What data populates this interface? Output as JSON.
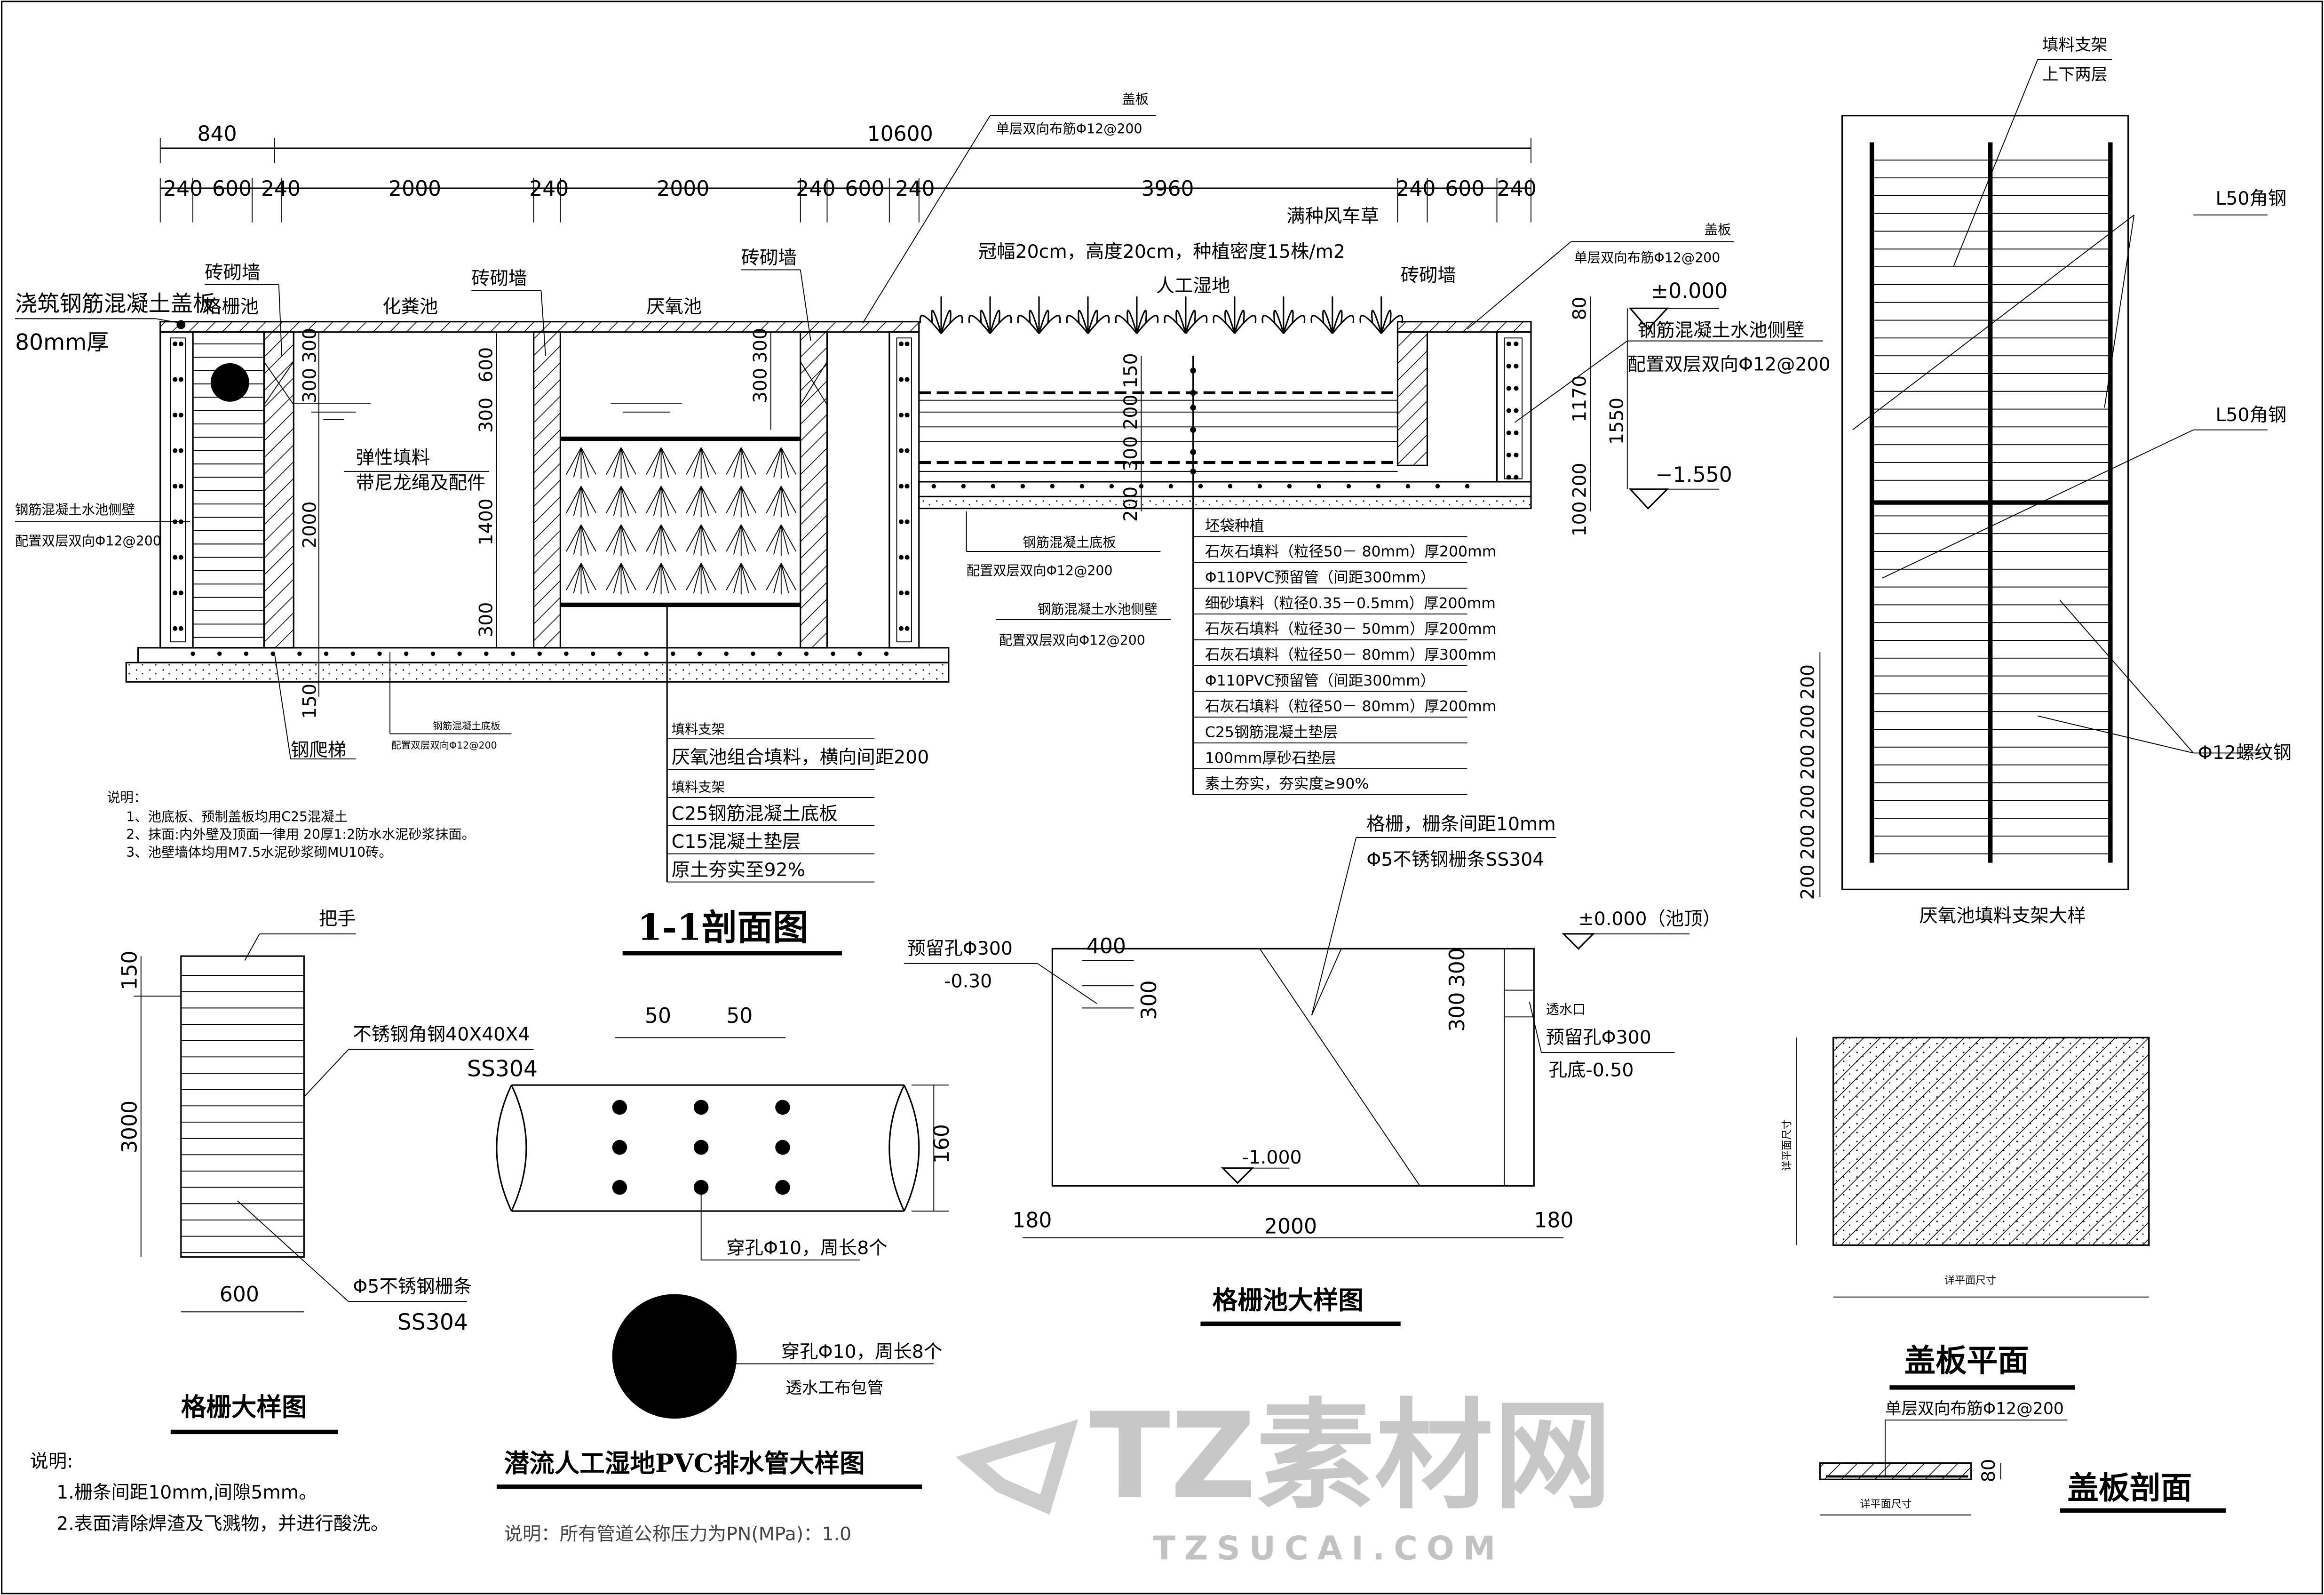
{
  "section": {
    "title": "1-1剖面图",
    "dims_top": [
      "840",
      "10600"
    ],
    "dims_sub": [
      "240",
      "600",
      "240",
      "2000",
      "240",
      "2000",
      "240",
      "600",
      "240",
      "3960",
      "240",
      "600",
      "240"
    ],
    "labels": [
      "浇筑钢筋混凝土盖板",
      "80mm厚",
      "砖砌墙",
      "格栅池",
      "化粪池",
      "砖砌墙",
      "厌氧池",
      "砖砌墙",
      "盖板",
      "单层双向布筋Φ12@200",
      "满种风车草",
      "冠幅20cm，高度20cm，种植密度15株/m2",
      "人工湿地",
      "砖砌墙",
      "盖板",
      "单层双向布筋Φ12@200",
      "±0.000",
      "钢筋混凝土水池侧壁",
      "配置双层双向Φ12@200",
      "−1.550",
      "弹性填料",
      "带尼龙绳及配件",
      "钢筋混凝土水池侧壁",
      "配置双层双向Φ12@200",
      "钢筋混凝土底板",
      "配置双层双向Φ12@200",
      "钢筋混凝土水池侧壁",
      "配置双层双向Φ12@200",
      "钢筋混凝土底板",
      "配置双层双向Φ12@200",
      "钢爬梯"
    ],
    "vdims": {
      "grid_wall": [
        "300",
        "300",
        "2000",
        "150"
      ],
      "septic": [
        "600",
        "300",
        "1400",
        "300"
      ],
      "anaerobic": [
        "300",
        "300"
      ],
      "wetland": [
        "150",
        "200",
        "300",
        "200"
      ],
      "right": [
        "80",
        "1170",
        "1550",
        "200",
        "100"
      ]
    },
    "anaerobic_table": [
      "填料支架",
      "厌氧池组合填料，横向间距200",
      "填料支架",
      "C25钢筋混凝土底板",
      "C15混凝土垫层",
      "原土夯实至92%"
    ],
    "wetland_layers": [
      "坯袋种植",
      "石灰石填料（粒径50－ 80mm）厚200mm",
      "Φ110PVC预留管（间距300mm）",
      "细砂填料（粒径0.35－0.5mm）厚200mm",
      "石灰石填料（粒径30－ 50mm）厚200mm",
      "石灰石填料（粒径50－ 80mm）厚300mm",
      "Φ110PVC预留管（间距300mm）",
      "石灰石填料（粒径50－ 80mm）厚200mm",
      "C25钢筋混凝土垫层",
      "100mm厚砂石垫层",
      "素土夯实，夯实度≥90%"
    ],
    "notes": {
      "heading": "说明：",
      "items": [
        "1、池底板、预制盖板均用C25混凝土",
        "2、抹面:内外壁及顶面一律用 20厚1:2防水水泥砂浆抹面。",
        "3、池壁墙体均用M7.5水泥砂浆砌MU10砖。"
      ]
    }
  },
  "grate_detail": {
    "title": "格栅大样图",
    "labels": [
      "把手",
      "不锈钢角钢40X40X4",
      "SS304",
      "Φ5不锈钢栅条",
      "SS304"
    ],
    "dims": [
      "150",
      "3000",
      "600"
    ],
    "notes": {
      "heading": "说明:",
      "items": [
        "1.栅条间距10mm,间隙5mm。",
        "2.表面清除焊渣及飞溅物，并进行酸洗。"
      ]
    }
  },
  "pvc_detail": {
    "title": "潜流人工湿地PVC排水管大样图",
    "dims": [
      "50",
      "50",
      "160"
    ],
    "labels": [
      "穿孔Φ10，周长8个",
      "穿孔Φ10，周长8个",
      "透水工布包管"
    ],
    "note": "说明：所有管道公称压力为PN(MPa)：1.0"
  },
  "grate_pool_detail": {
    "title": "格栅池大样图",
    "labels": [
      "格栅，栅条间距10mm",
      "Φ5不锈钢栅条SS304",
      "±0.000（池顶）",
      "预留孔Φ300",
      "-0.30",
      "透水口",
      "预留孔Φ300",
      "孔底-0.50",
      "-1.000"
    ],
    "dims": [
      "400",
      "300",
      "300",
      "300",
      "180",
      "2000",
      "180"
    ]
  },
  "support_detail": {
    "title": "厌氧池填料支架大样",
    "labels": [
      "填料支架",
      "上下两层",
      "L50角钢",
      "L50角钢",
      "Φ12螺纹钢"
    ],
    "dims": [
      "200",
      "200",
      "200",
      "200",
      "200",
      "200"
    ]
  },
  "cover_plan": {
    "title": "盖板平面",
    "dim_h": "详平面尺寸",
    "dim_v": "详平面尺寸"
  },
  "cover_section": {
    "title": "盖板剖面",
    "label": "单层双向布筋Φ12@200",
    "dim_w": "详平面尺寸",
    "dim_t": "80"
  },
  "watermark": {
    "main": "TZ素材网",
    "sub": "TZSUCAI.COM"
  }
}
